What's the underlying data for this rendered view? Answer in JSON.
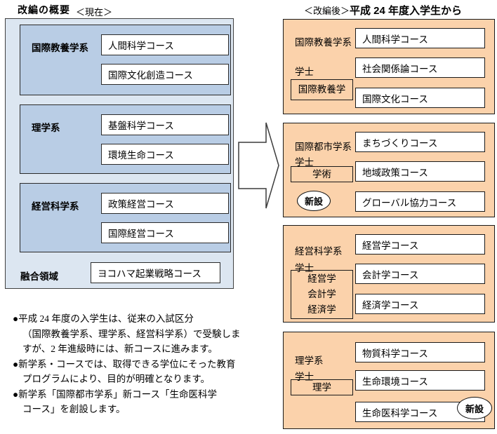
{
  "header": {
    "left_title": "改編の概要",
    "current_label": "＜現在＞",
    "after_label": "＜改編後＞",
    "after_title": "平成 24 年度入学生から"
  },
  "colors": {
    "current_outer": "#dce6f1",
    "current_group": "#b9cde5",
    "after_block": "#fbd2ab",
    "course_box": "#ffffff"
  },
  "current": {
    "groups": [
      {
        "name": "国際教養学系",
        "course1": "人間科学コース",
        "course2": "国際文化創造コース"
      },
      {
        "name": "理学系",
        "course1": "基盤科学コース",
        "course2": "環境生命コース"
      },
      {
        "name": "経営科学系",
        "course1": "政策経営コース",
        "course2": "国際経営コース"
      }
    ],
    "fusion_label": "融合領域",
    "fusion_course": "ヨコハマ起業戦略コース"
  },
  "after": {
    "blocks": [
      {
        "system": "国際教養学系",
        "bachelor": "学士",
        "degree": "国際教養学",
        "course1": "人間科学コース",
        "course2": "社会関係論コース",
        "course3": "国際文化コース"
      },
      {
        "system": "国際都市学系",
        "bachelor": "学士",
        "degree": "学術",
        "new_badge": "新設",
        "course1": "まちづくりコース",
        "course2": "地域政策コース",
        "course3": "グローバル協力コース"
      },
      {
        "system": "経営科学系",
        "bachelor": "学士",
        "degree1": "経営学",
        "degree2": "会計学",
        "degree3": "経済学",
        "course1": "経営学コース",
        "course2": "会計学コース",
        "course3": "経済学コース"
      },
      {
        "system": "理学系",
        "bachelor": "学士",
        "degree": "理学",
        "new_badge": "新設",
        "course1": "物質科学コース",
        "course2": "生命環境コース",
        "course3": "生命医科学コース"
      }
    ]
  },
  "notes": [
    {
      "bullet": "●",
      "line1": "平成 24 年度の入学生は、従来の入試区分",
      "line2": "（国際教養学系、理学系、経営科学系）で受験しま",
      "line3": "すが、2 年進級時には、新コースに進みます。"
    },
    {
      "bullet": "●",
      "line1": "新学系・コースでは、取得できる学位にそった教育",
      "line2": "プログラムにより、目的が明確となります。"
    },
    {
      "bullet": "●",
      "line1": "新学系「国際都市学系」新コース「生命医科学",
      "line2": "コース」を創設します。"
    }
  ]
}
